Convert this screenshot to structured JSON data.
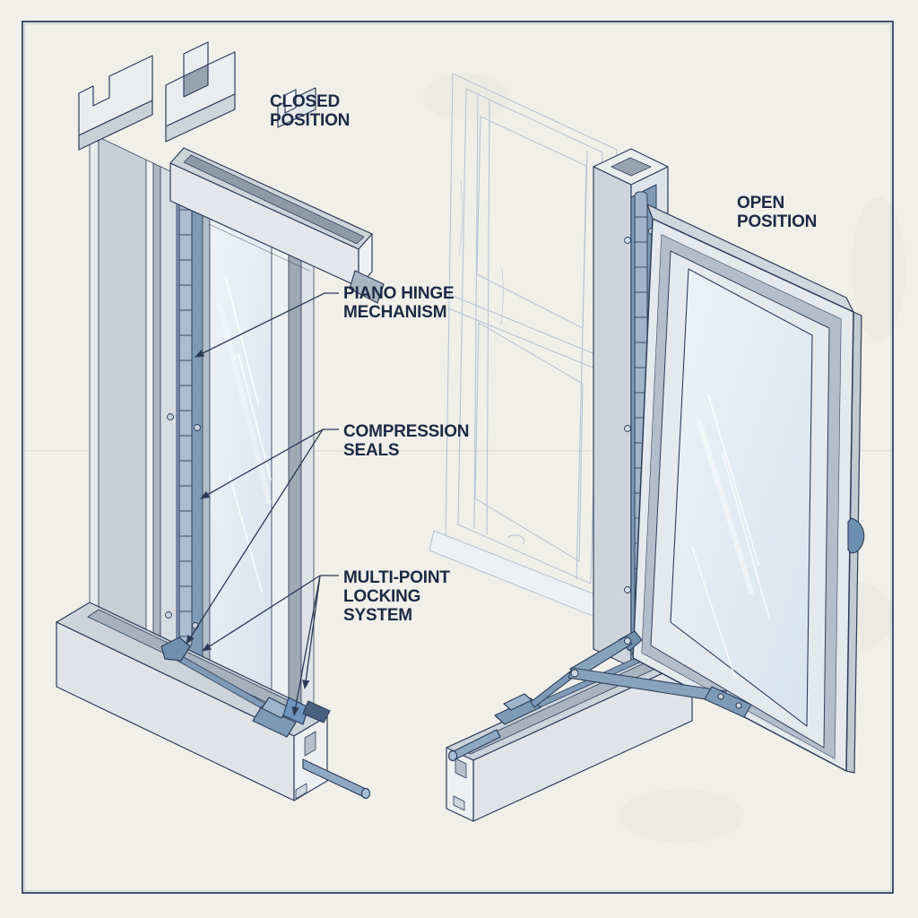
{
  "page": {
    "background_color": "#f0efe9",
    "border_color": "#2f3f5c"
  },
  "diagram": {
    "type": "technical-illustration",
    "subject": "casement window piano hinge mechanism, closed and open positions",
    "labels": {
      "closed_position": {
        "line1": "CLOSED",
        "line2": "POSITION"
      },
      "open_position": {
        "line1": "OPEN",
        "line2": "POSITION"
      },
      "piano_hinge": {
        "line1": "PIANO HINGE",
        "line2": "MECHANISM"
      },
      "compression_seals": {
        "line1": "COMPRESSION",
        "line2": "SEALS"
      },
      "multi_point_lock": {
        "line1": "MULTI-POINT",
        "line2": "LOCKING",
        "line3": "SYSTEM"
      }
    },
    "colors": {
      "ink": "#1c2a44",
      "outline": "#2e3e5a",
      "steel_blue": "#7e9ab7",
      "steel_blue_light": "#a9bcd0",
      "frame_gray": "#c7ced5",
      "glass": "#e9f0f6",
      "ghost_line": "#b7c4d3",
      "paper": "#f0efe9"
    }
  }
}
